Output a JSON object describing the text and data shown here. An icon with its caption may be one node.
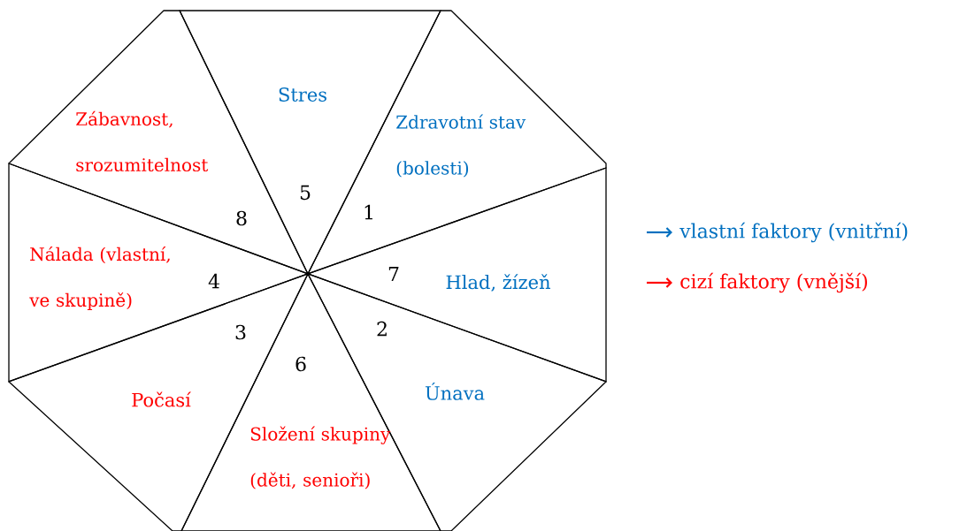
{
  "diagram": {
    "nodes": [
      {
        "text": [
          "Stres",
          "5"
        ]
      },
      {
        "text": [
          "Zábavnost, srozumitelnost",
          "8"
        ]
      },
      {
        "text": [
          "Zdravotní stav (bolesti)",
          "1"
        ]
      },
      {
        "text": [
          "Nálada (vlastní, ve skupině)",
          "4"
        ]
      },
      {
        "text": [
          "Hlad, žízeň",
          "7"
        ]
      },
      {
        "text": [
          "Počasí",
          "3"
        ]
      },
      {
        "text": [
          "Únava",
          "2"
        ]
      },
      {
        "text": [
          "6",
          "Složení skupiny (děti, senioři)"
        ]
      }
    ],
    "legend": [
      {
        "text": "vlastní faktory (vnitřní)",
        "color": "#0070c0"
      },
      {
        "text": "cizí faktory (vnější)",
        "color": "#ff0000"
      }
    ]
  }
}
